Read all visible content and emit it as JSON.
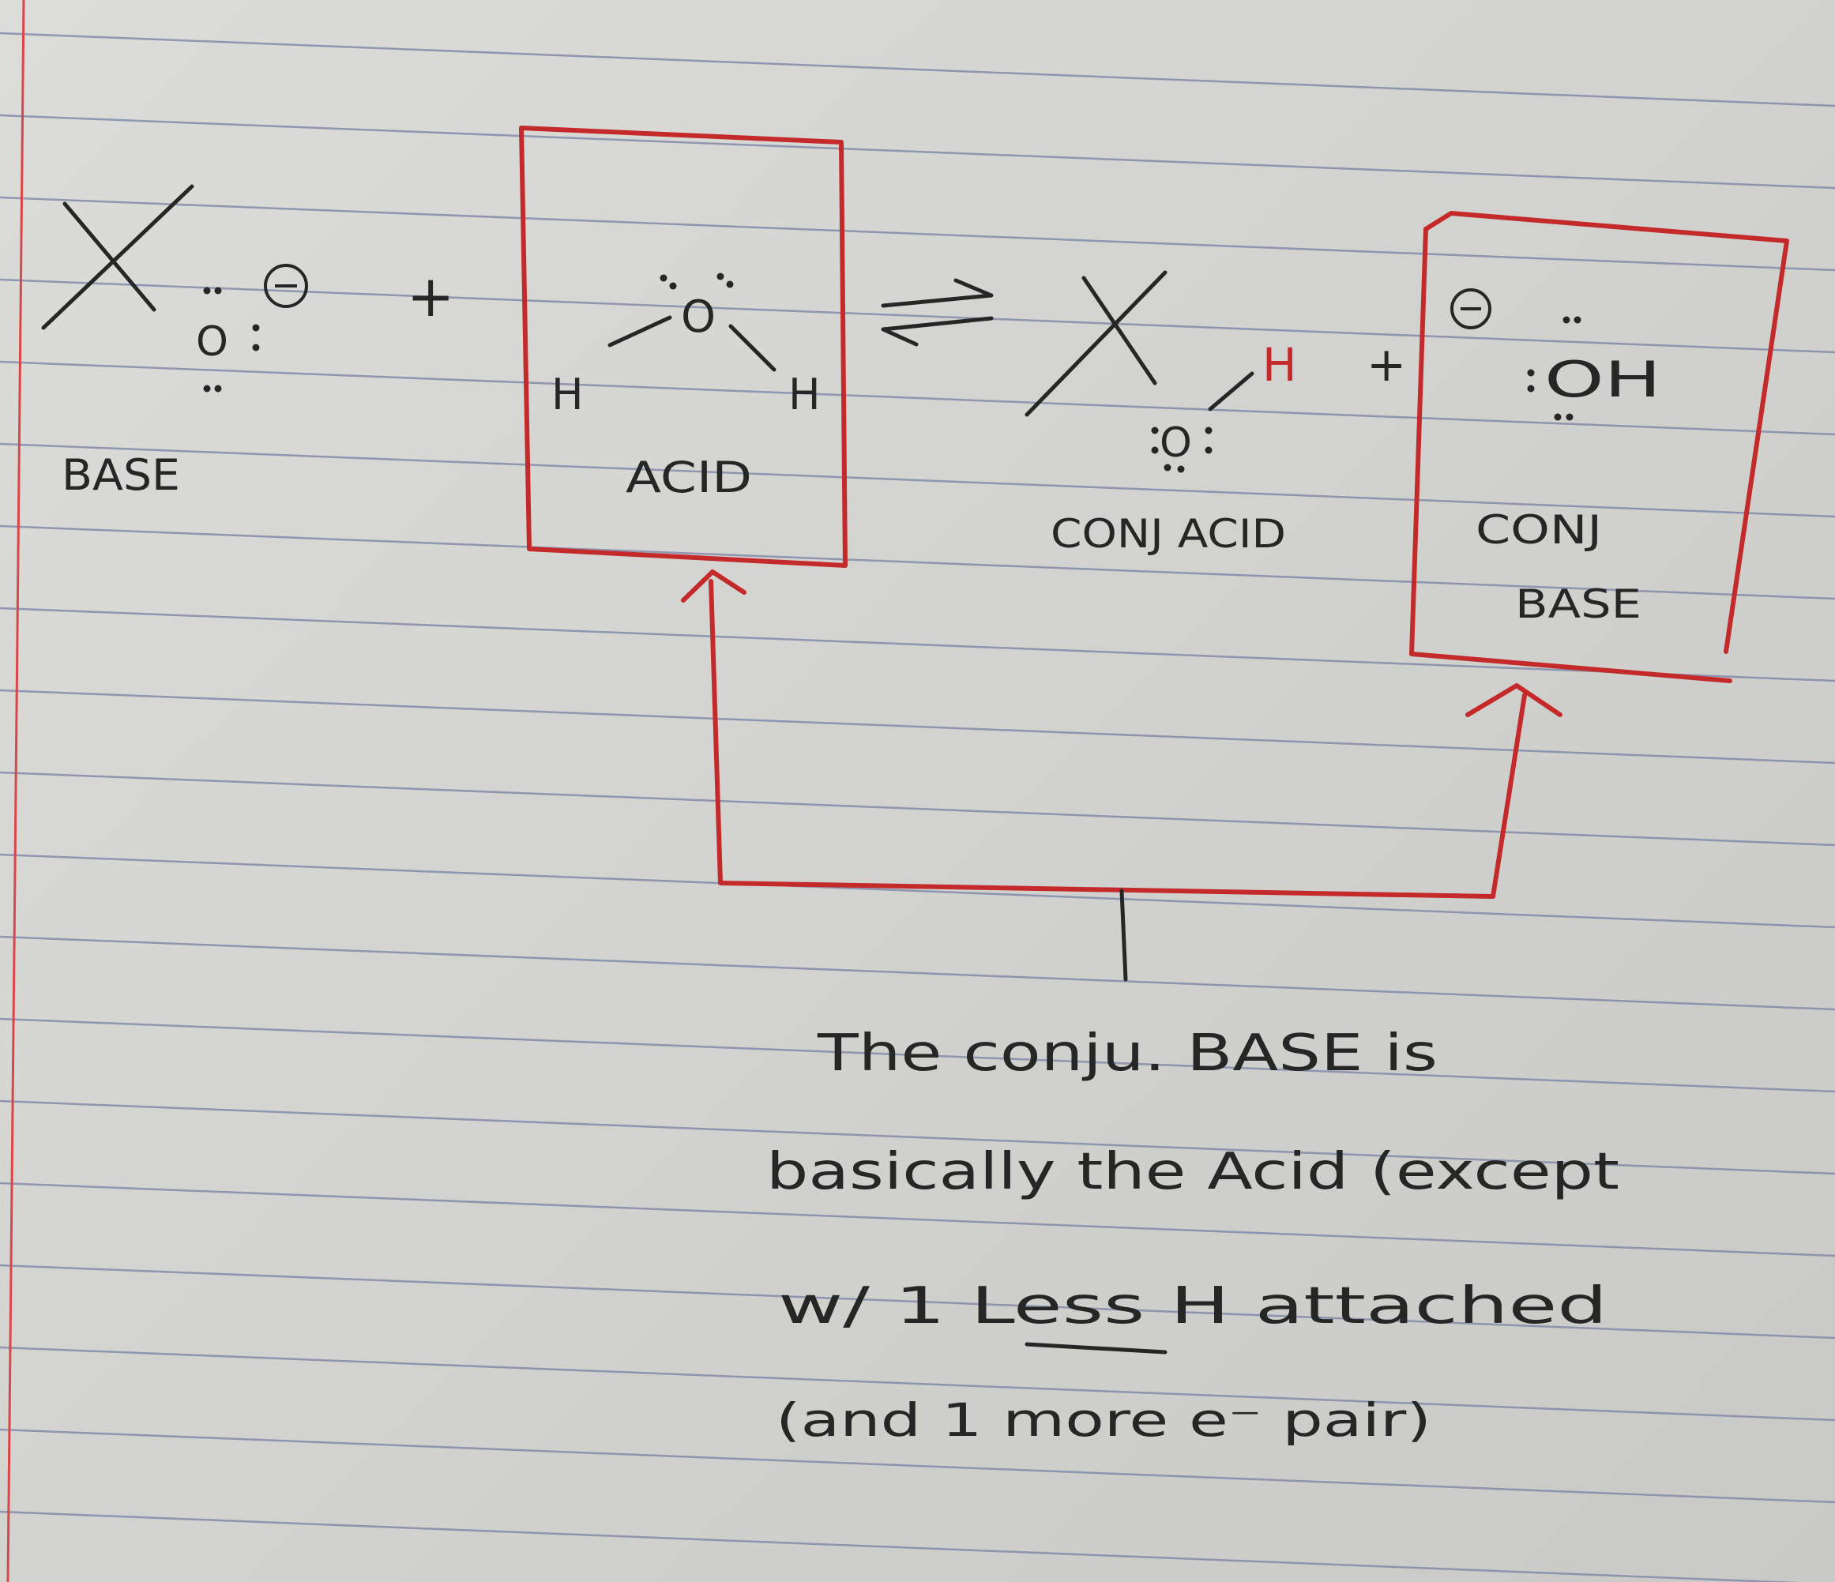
{
  "paper": {
    "rule_color": "#7d86a8",
    "margin_color": "#d9474a",
    "ink_color": "#262626",
    "marker_color": "#c42a2a"
  },
  "reactants": {
    "base": {
      "atom": "O",
      "label": "BASE"
    },
    "plus": "+",
    "acid": {
      "atom": "O",
      "left_h": "H",
      "right_h": "H",
      "label": "ACID"
    }
  },
  "equilibrium": "⇌",
  "products": {
    "conj_acid": {
      "atom": "O",
      "h": "H",
      "label": "CONJ ACID"
    },
    "plus": "+",
    "conj_base": {
      "formula": "OH",
      "label_line1": "CONJ",
      "label_line2": "BASE"
    }
  },
  "note": {
    "lines": [
      "The conju. BASE is",
      "basically the Acid (except",
      "w/ 1 Less H attached",
      "(and 1 more e⁻ pair)"
    ]
  }
}
